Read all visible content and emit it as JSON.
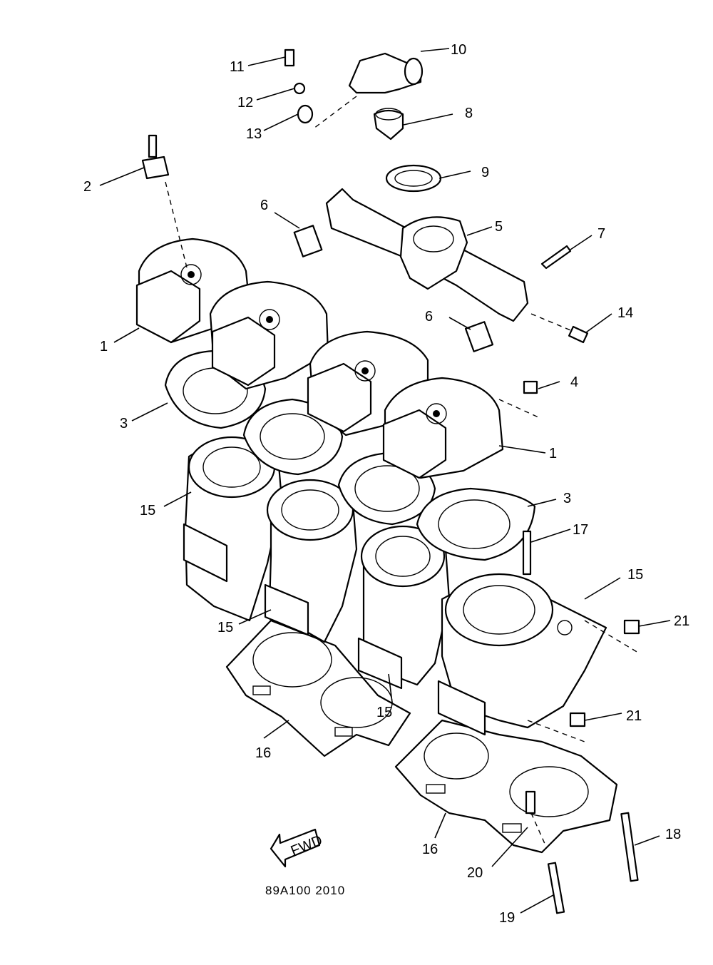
{
  "diagram": {
    "figure_code": "89A100 2010",
    "fwd_label": "FWD",
    "callouts": [
      "1",
      "2",
      "3",
      "4",
      "5",
      "6",
      "7",
      "8",
      "9",
      "10",
      "11",
      "12",
      "13",
      "14",
      "15",
      "16",
      "17",
      "18",
      "19",
      "20",
      "21"
    ]
  }
}
